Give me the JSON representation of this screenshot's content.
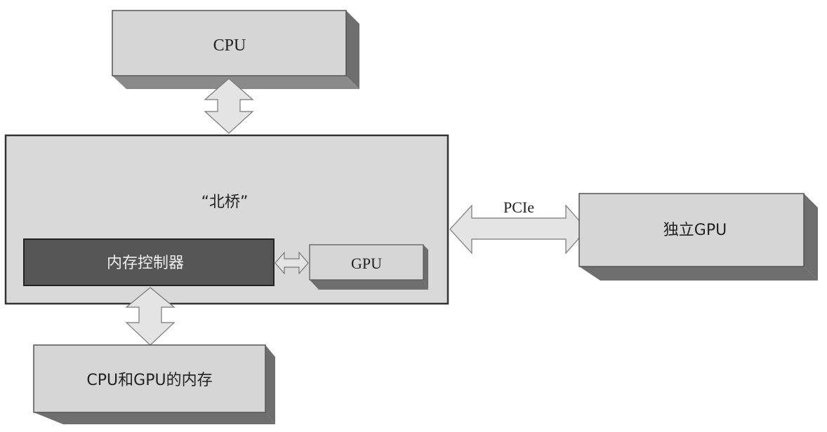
{
  "diagram": {
    "title": "Integrated vs discrete GPU memory architecture",
    "nodes": {
      "cpu": {
        "label": "CPU"
      },
      "northbridge": {
        "label": "“北桥”"
      },
      "memory_controller": {
        "label": "内存控制器"
      },
      "integrated_gpu": {
        "label": "GPU"
      },
      "discrete_gpu": {
        "label": "独立GPU"
      },
      "shared_memory": {
        "label": "CPU和GPU的内存"
      }
    },
    "edges": [
      {
        "from": "cpu",
        "to": "northbridge",
        "label": "",
        "direction": "bidirectional"
      },
      {
        "from": "memory_controller",
        "to": "integrated_gpu",
        "label": "",
        "direction": "bidirectional"
      },
      {
        "from": "northbridge",
        "to": "discrete_gpu",
        "label": "PCIe",
        "direction": "bidirectional"
      },
      {
        "from": "memory_controller",
        "to": "shared_memory",
        "label": "",
        "direction": "bidirectional"
      }
    ],
    "colors": {
      "box_face": "#d6d6d6",
      "box_shadow": "#6e6e6e",
      "northbridge_fill": "#d9d9d9",
      "memory_controller_fill": "#555555",
      "arrow_fill": "#e4e4e4",
      "stroke": "#333333"
    }
  }
}
